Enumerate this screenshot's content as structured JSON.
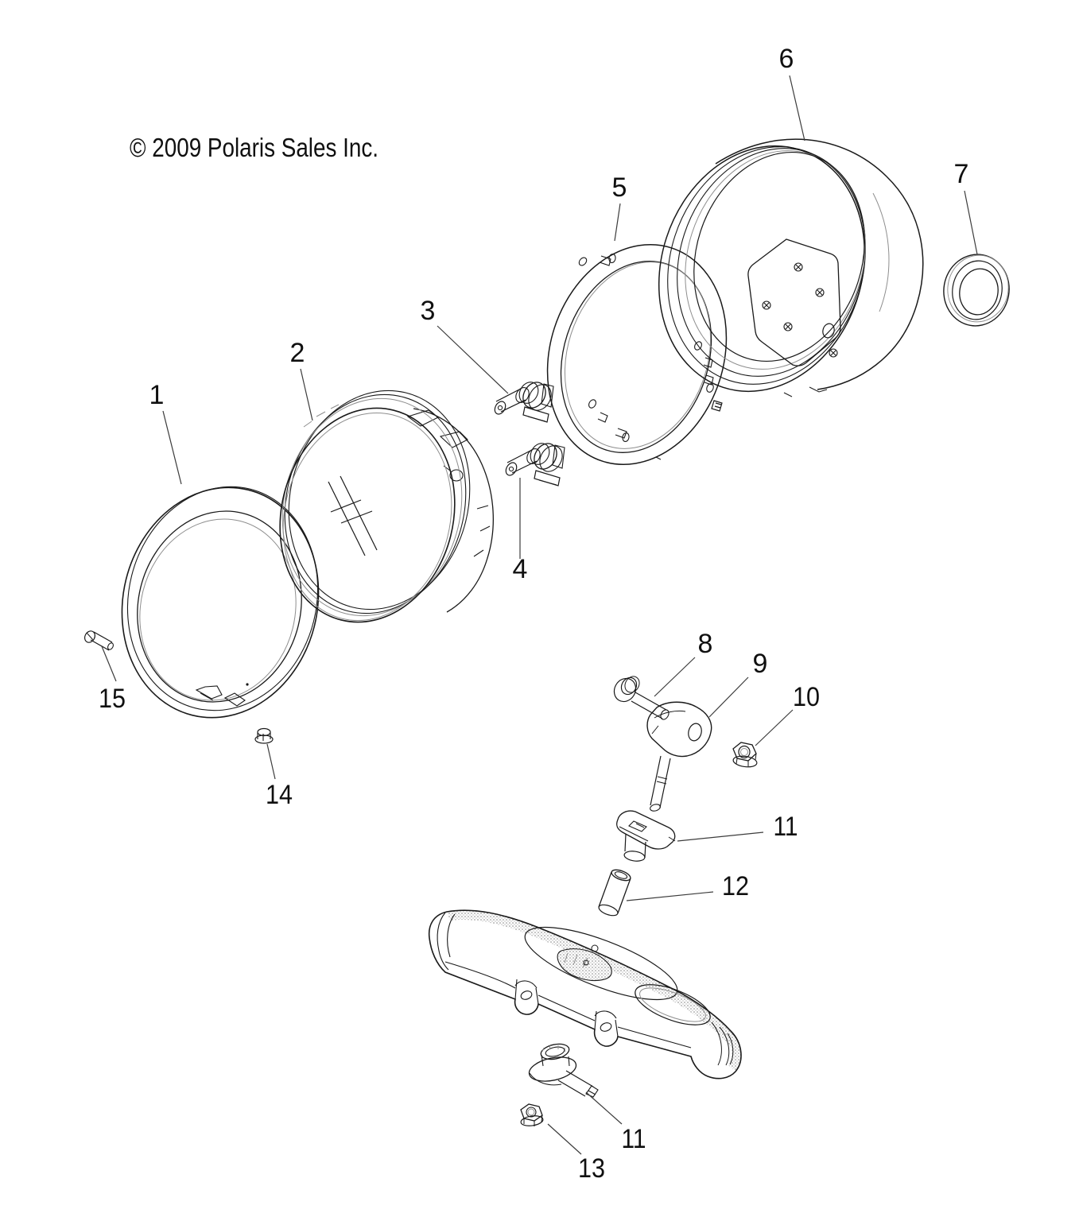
{
  "diagram": {
    "title_note": "",
    "copyright": "© 2009 Polaris Sales Inc.",
    "colors": {
      "background": "#ffffff",
      "ink": "#1a1a1a",
      "accent_gray": "#8e8e8e",
      "leader": "#3c3c3c"
    },
    "callouts": [
      {
        "label": "1"
      },
      {
        "label": "2"
      },
      {
        "label": "3"
      },
      {
        "label": "4"
      },
      {
        "label": "5"
      },
      {
        "label": "6"
      },
      {
        "label": "7"
      },
      {
        "label": "8"
      },
      {
        "label": "9"
      },
      {
        "label": "10"
      },
      {
        "label": "11"
      },
      {
        "label": "12"
      },
      {
        "label": "13"
      },
      {
        "label": "14"
      },
      {
        "label": "15"
      },
      {
        "label": "11"
      }
    ]
  }
}
